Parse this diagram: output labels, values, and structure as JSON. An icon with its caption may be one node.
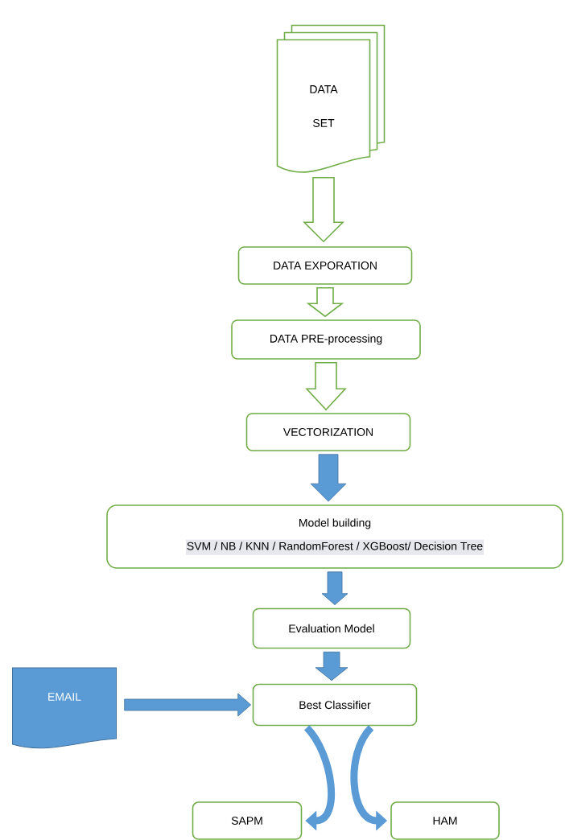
{
  "diagram": {
    "nodes": [
      {
        "text": [
          "DATA SET"
        ]
      },
      {
        "text": [
          "DATA EXPORATION"
        ]
      },
      {
        "text": [
          "DATA PRE-processing"
        ]
      },
      {
        "text": [
          "VECTORIZATION"
        ]
      },
      {
        "text": [
          "Model building",
          "SVM / NB / KNN / RandomForest / XGBoost/ Decision Tree"
        ]
      },
      {
        "text": [
          "Evaluation Model"
        ]
      },
      {
        "text": [
          "EMAIL"
        ]
      },
      {
        "text": [
          "Best Classifier"
        ]
      },
      {
        "text": [
          "SAPM"
        ]
      },
      {
        "text": [
          "HAM"
        ]
      }
    ],
    "edges": [
      {
        "from": 0,
        "to": 1,
        "arrow": "to",
        "color": "#70ad47"
      },
      {
        "from": 1,
        "to": 2,
        "arrow": "to",
        "color": "#70ad47"
      },
      {
        "from": 2,
        "to": 3,
        "arrow": "to",
        "color": "#70ad47"
      },
      {
        "from": 3,
        "to": 4,
        "arrow": "to"
      },
      {
        "from": 4,
        "to": 5,
        "arrow": "to"
      },
      {
        "from": 5,
        "to": 7,
        "arrow": "to"
      },
      {
        "from": 6,
        "to": 7,
        "arrow": "to"
      },
      {
        "from": 7,
        "to": 8,
        "arrow": "to"
      },
      {
        "from": 7,
        "to": 9,
        "arrow": "to"
      }
    ]
  }
}
